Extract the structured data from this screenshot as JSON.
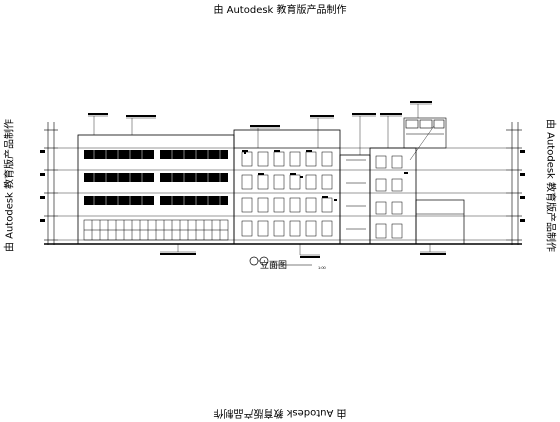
{
  "watermark": "由 Autodesk 教育版产品制作",
  "drawing_title": "立面图",
  "scale": "1:00"
}
